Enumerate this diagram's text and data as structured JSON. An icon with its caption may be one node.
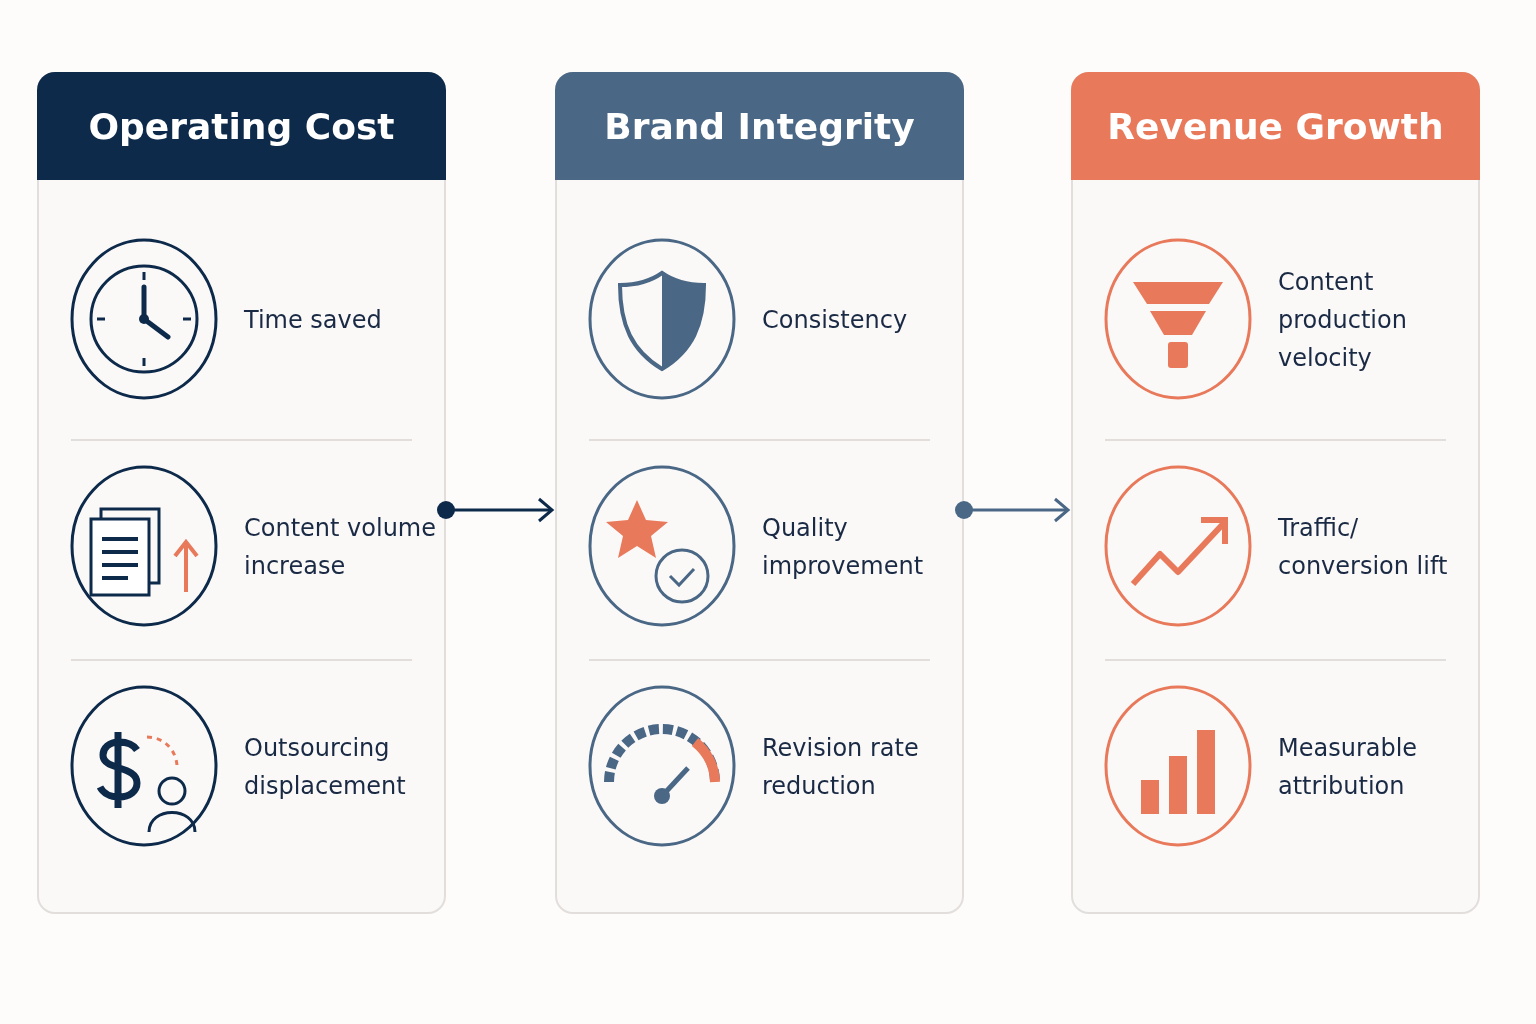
{
  "diagram": {
    "nodes": [
      {
        "text": [
          "Operating Cost"
        ]
      },
      {
        "text": [
          "Time saved"
        ],
        "in": 0
      },
      {
        "text": [
          "Content volume increase"
        ],
        "in": 0
      },
      {
        "text": [
          "Outsourcing displacement"
        ],
        "in": 0
      },
      {
        "text": [
          "Brand Integrity"
        ]
      },
      {
        "text": [
          "Consistency"
        ],
        "in": 4
      },
      {
        "text": [
          "Quality improvement"
        ],
        "in": 4
      },
      {
        "text": [
          "Revision rate reduction"
        ],
        "in": 4
      },
      {
        "text": [
          "Revenue Growth"
        ]
      },
      {
        "text": [
          "Content production velocity"
        ],
        "in": 8
      },
      {
        "text": [
          "Traffic/ conversion lift"
        ],
        "in": 8
      },
      {
        "text": [
          "Measurable attribution"
        ],
        "in": 8
      }
    ],
    "edges": [
      {
        "from": 0,
        "to": 4,
        "arrow": "to",
        "color": "#0d2a4a"
      },
      {
        "from": 4,
        "to": 8,
        "arrow": "to",
        "color": "#4a6785"
      }
    ]
  }
}
